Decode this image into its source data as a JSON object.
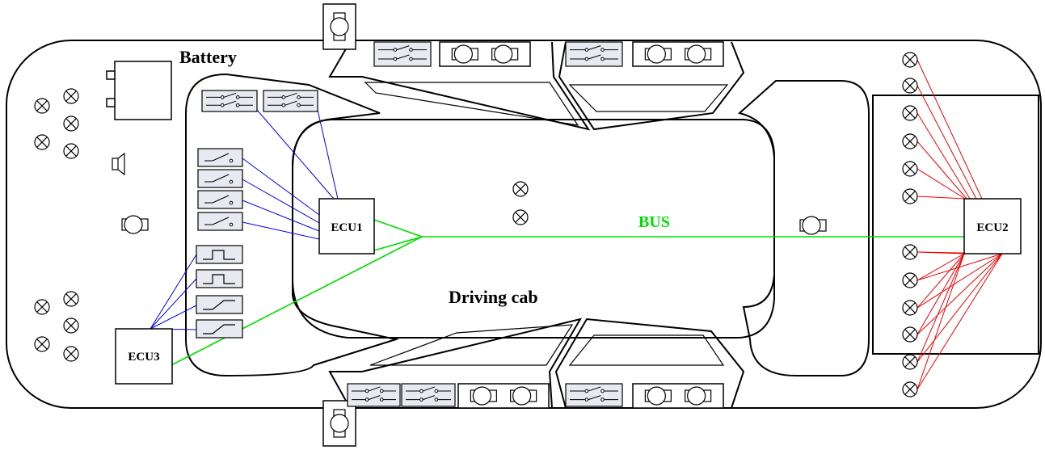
{
  "labels": {
    "battery": "Battery",
    "bus": "BUS",
    "cab": "Driving cab",
    "ecu1": "ECU1",
    "ecu2": "ECU2",
    "ecu3": "ECU3"
  },
  "colors": {
    "ecu1_wires": "#0000ee",
    "ecu2_wires": "#ee0000",
    "bus": "#00dd00"
  },
  "icons": {
    "lamp": "lamp-icon",
    "motor": "motor-icon",
    "switch": "switch-icon",
    "double_switch": "double-switch-icon",
    "pulse": "pulse-signal-icon",
    "ramp": "ramp-signal-icon",
    "speaker": "speaker-icon",
    "battery": "battery-icon"
  }
}
